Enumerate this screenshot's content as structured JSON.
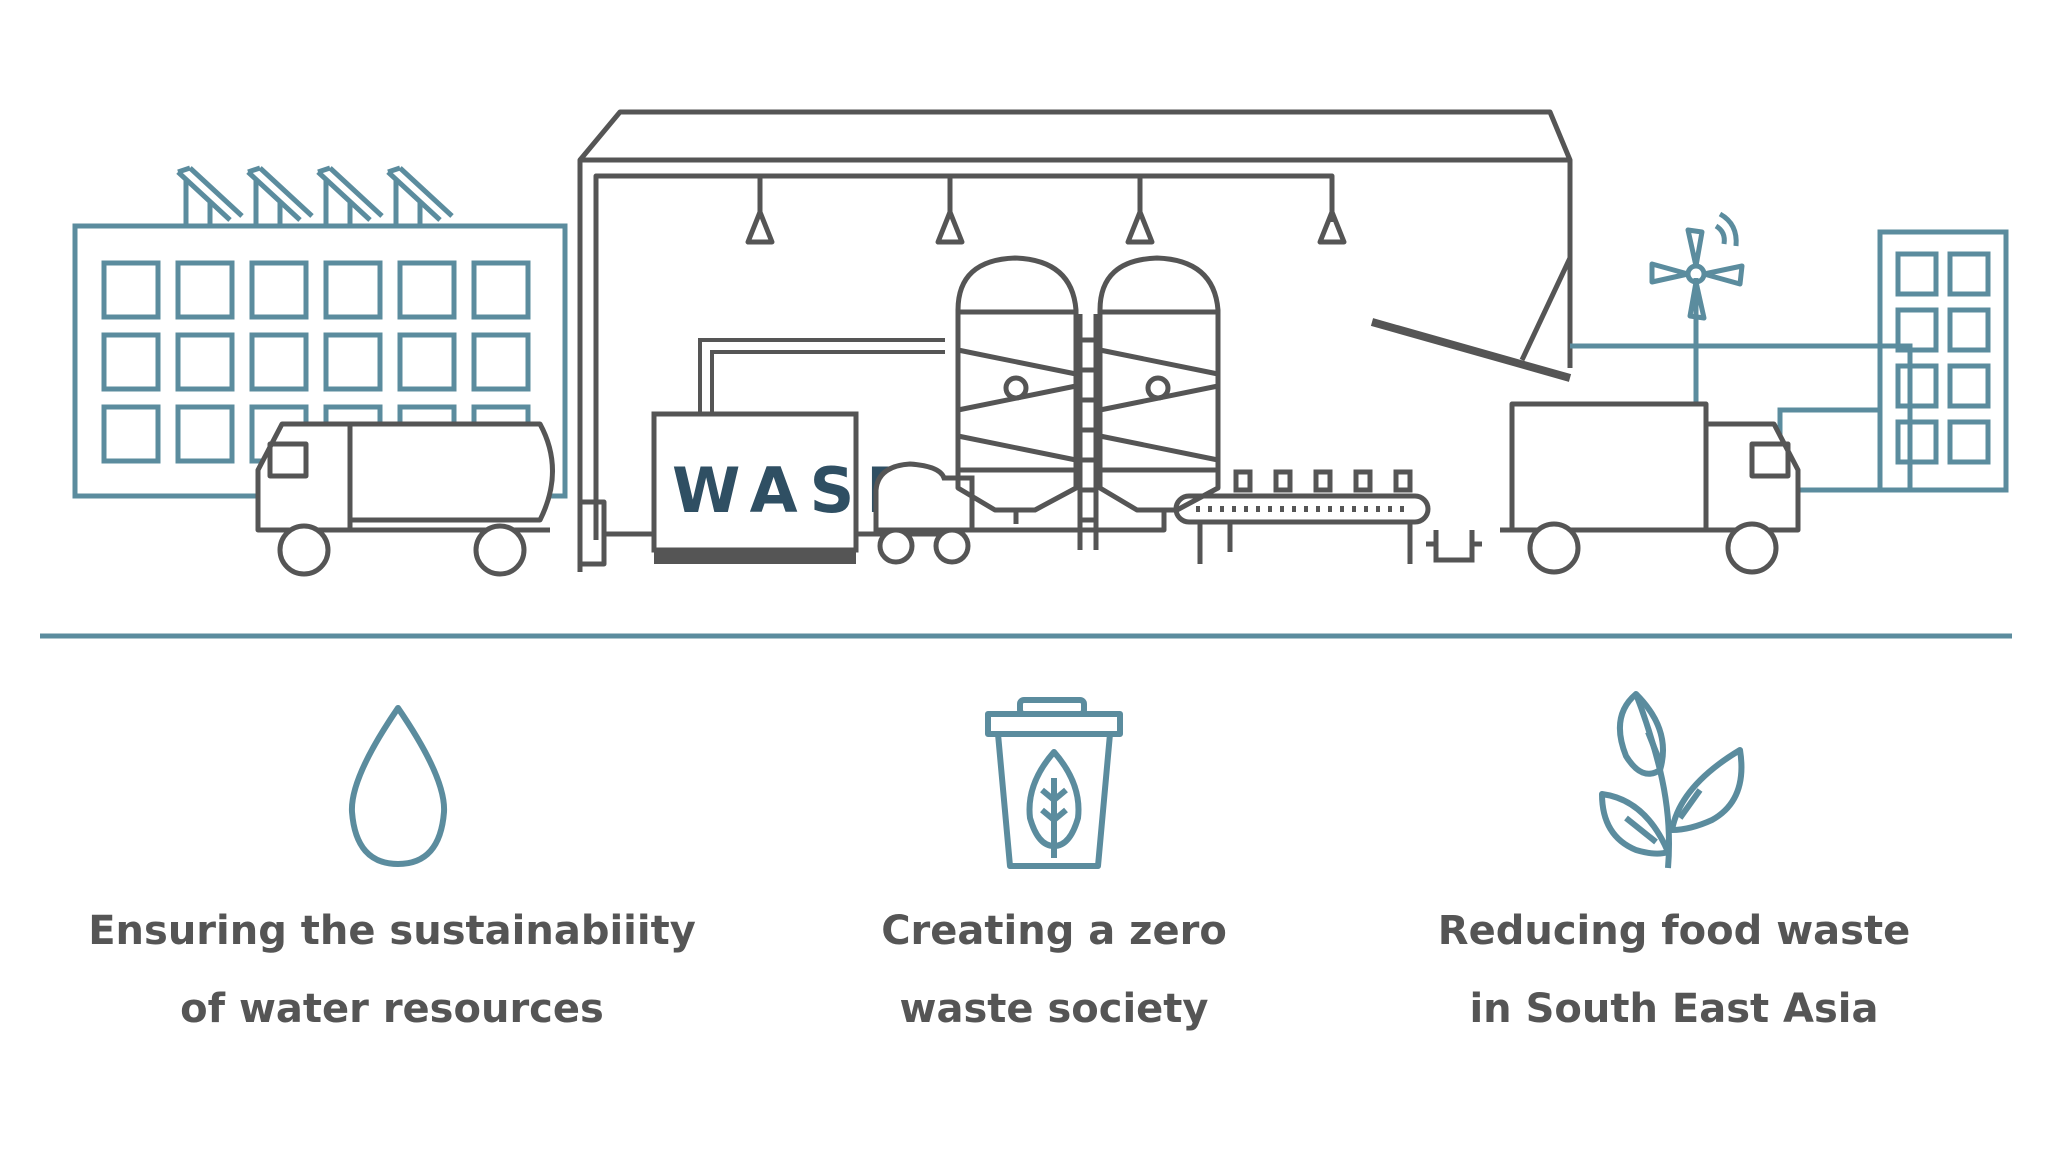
{
  "brand": {
    "logo_text": "WASE"
  },
  "colors": {
    "line_gray": "#555555",
    "accent_blue": "#5b8c9e",
    "logo_navy": "#2f4f63"
  },
  "icons": [
    "solar-panel-icon",
    "wind-turbine-icon",
    "water-drop-icon",
    "trash-bin-leaf-icon",
    "plant-icon"
  ],
  "goals": [
    {
      "icon": "water-drop-icon",
      "line1": "Ensuring the sustainabiiity",
      "line2": "of water resources"
    },
    {
      "icon": "trash-bin-leaf-icon",
      "line1": "Creating a zero",
      "line2": "waste society"
    },
    {
      "icon": "plant-icon",
      "line1": "Reducing food waste",
      "line2": "in South East Asia"
    }
  ]
}
